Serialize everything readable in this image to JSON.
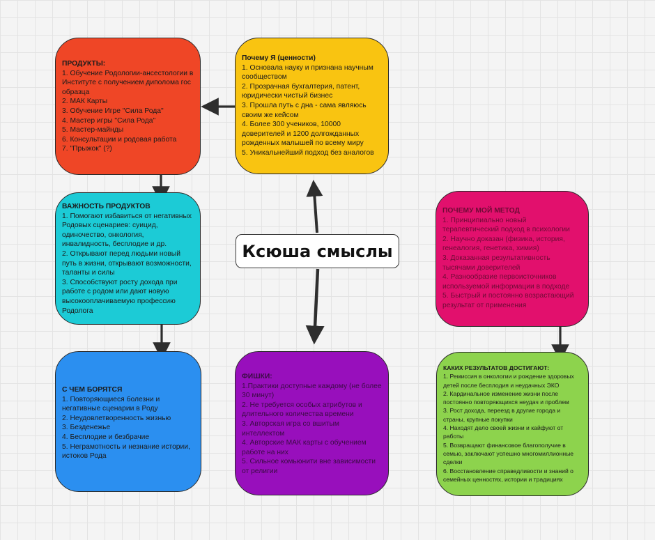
{
  "center_title": "Ксюша смыслы",
  "cards": {
    "products": {
      "title": "ПРОДУКТЫ:",
      "items": [
        "1. Обучение Родологии-ансестологии в Институте с получением диполома гос образца",
        "2. МАК Карты",
        "3. Обучение Игре \"Сила Рода\"",
        "4. Мастер игры \"Сила Рода\"",
        "5. Мастер-майнды",
        "6. Консультации и родовая работа",
        "7. \"Прыжок\" (?)"
      ],
      "color": "#ef4626"
    },
    "why_me": {
      "title": "Почему Я (ценности)",
      "items": [
        "1. Основала науку и признана научным сообществом",
        "2. Прозрачная бухгалтерия, патент, юридически чистый бизнес",
        "3. Прошла путь с дна - сама являюсь своим же кейсом",
        "4. Более 300 учеников, 10000 доверителей и 1200 долгожданных рожденных малышей по всему миру",
        "5. Уникальнейший подход без аналогов"
      ],
      "color": "#f9c411"
    },
    "importance": {
      "title": "ВАЖНОСТЬ ПРОДУКТОВ",
      "items": [
        "1. Помогают избавиться от негативных Родовых сценариев: суицид, одиночество, онкология, инвалидность, бесплодие и др.",
        "2. Открывают перед людьми новый путь в жизни, открывают возможности, таланты и силы",
        "3. Способствуют росту дохода при работе с родом или дают новую высокооплачиваемую профессию Родолога"
      ],
      "color": "#1ccbd6"
    },
    "method": {
      "title": "ПОЧЕМУ МОЙ МЕТОД",
      "items": [
        "1. Принципиально новый терапевтический подход в психологии",
        "2. Научно доказан (физика, история, генеалогия, генетика, химия)",
        "3. Доказанная результативность тысячами доверителей",
        "4. Разнообразие первоисточников используемой информации в подходе",
        "5. Быстрый и постоянно возрастающий результат от применения"
      ],
      "color": "#e2106d"
    },
    "fight": {
      "title": "С ЧЕМ БОРЯТСЯ",
      "items": [
        "1. Повторяющиеся болезни и негативные сценарии в Роду",
        "2. Неудовлетворенность жизнью",
        "3. Безденежье",
        "4. Бесплодие и безбрачие",
        "5. Неграмотность и незнание истории, истоков Рода"
      ],
      "color": "#2b8ff0"
    },
    "chips": {
      "title": "ФИШКИ:",
      "items": [
        "1.Практики доступные каждому (не более 30 минут)",
        "2. Не требуется особых атрибутов и длительного количества времени",
        "3. Авторская игра со вшитым интеллектом",
        "4. Авторские МАК карты с обучением работе на них",
        "5. Сильное комьюнити вне зависимости от религии"
      ],
      "color": "#980fbc"
    },
    "results": {
      "title": "КАКИХ РЕЗУЛЬТАТОВ ДОСТИГАЮТ:",
      "items": [
        "1. Ремиссия в онкологии и рождение здоровых детей после бесплодия и неудачных ЭКО",
        "2. Кардинальное изменение жизни после постоянно повторяющихся неудач и проблем",
        "3. Рост дохода, переезд в другие города и страны, крупные покупки",
        "4. Находят дело своей жизни и кайфуют от работы",
        "5. Возвращают финансовое благополучие в семью, заключают успешно многомиллионные сделки",
        "6. Восстановление справедливости и знаний о семейных ценностях, истории и традициях"
      ],
      "color": "#8dd34d"
    }
  }
}
